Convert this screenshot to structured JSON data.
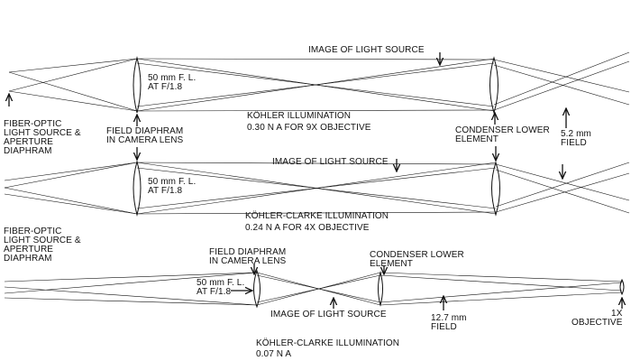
{
  "colors": {
    "line": "#111111",
    "background": "#ffffff"
  },
  "panels": [
    {
      "id": "kohler",
      "labels": {
        "source": "FIBER-OPTIC\nLIGHT SOURCE &\nAPERTURE\nDIAPHRAM",
        "lens": "50 mm F. L.\nAT F/1.8",
        "field_diaphragm": "FIELD DIAPHRAM\nIN CAMERA LENS",
        "image": "IMAGE OF LIGHT SOURCE",
        "condenser": "CONDENSER LOWER\nELEMENT",
        "field": "5.2 mm\nFIELD",
        "title": "KÖHLER ILLUMINATION",
        "na": "0.30 N A   FOR  9X OBJECTIVE"
      }
    },
    {
      "id": "kohler-clarke-4x",
      "labels": {
        "source": "FIBER-OPTIC\nLIGHT SOURCE &\nAPERTURE\nDIAPHRAM",
        "lens": "50 mm F. L.\nAT F/1.8",
        "image": "IMAGE OF LIGHT SOURCE",
        "title": "KÖHLER-CLARKE ILLUMINATION",
        "na": "0.24 N A   FOR 4X OBJECTIVE"
      }
    },
    {
      "id": "kohler-clarke-1x",
      "labels": {
        "field_diaphragm": "FIELD DIAPHRAM\nIN CAMERA LENS",
        "lens": "50 mm F. L.\nAT F/1.8",
        "condenser": "CONDENSER LOWER\nELEMENT",
        "image": "IMAGE OF LIGHT SOURCE",
        "field": "12.7 mm\nFIELD",
        "objective": "1X\nOBJECTIVE",
        "title": "KÖHLER-CLARKE ILLUMINATION",
        "na": "0.07 N A"
      }
    }
  ]
}
